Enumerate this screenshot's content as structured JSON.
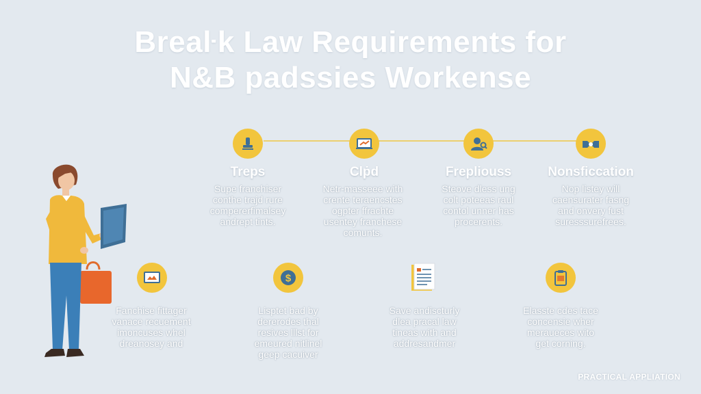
{
  "title": {
    "line1": "Breaŀk Law Requirements for",
    "line2": "N&B padssies Workense"
  },
  "top_row": [
    {
      "icon": "stamp-icon",
      "heading": "Treps",
      "lines": [
        "Supe franchiser",
        "conthe trajd rure",
        "compererfimalsey",
        "andrept tints."
      ]
    },
    {
      "icon": "laptop-icon",
      "heading": "Clṗd",
      "lines": [
        "Netr-masseee with",
        "crente teraencstes",
        "ogpter ffrachte",
        "usentey franchese",
        "comunts."
      ]
    },
    {
      "icon": "person-search-icon",
      "heading": "Frepliouss",
      "lines": [
        "Steove dless ung",
        "colt poteeas raul",
        "contol unner has",
        "procerents."
      ]
    },
    {
      "icon": "handshake-icon",
      "heading": "Nonsficcation",
      "lines": [
        "Nop listey will",
        "caensurater fasng",
        "and onvery fust",
        "suresssurefrees."
      ]
    }
  ],
  "bottom_row": [
    {
      "icon": "monitor-icon",
      "lines": [
        "Fanchise fittager",
        "vanace recuement",
        "imoncuses whel",
        "dreanosey and"
      ]
    },
    {
      "icon": "dollar-coin-icon",
      "lines": [
        "Lisptet bad by",
        "dererodes thal",
        "resives lllst for",
        "emeured nitlinel",
        "geep cacuiver"
      ]
    },
    {
      "icon": "document-icon",
      "lines": [
        "Save andiscturly",
        "dlea pracal law",
        "tineas with and",
        "addresandmer"
      ]
    },
    {
      "icon": "clipboard-icon",
      "lines": [
        "Elasste cdes tace",
        "concensie wher",
        "meraueces wito",
        "get corning."
      ]
    }
  ],
  "footer": "PRACTICAL APPLIATION",
  "colors": {
    "background": "#e3e9ef",
    "accent_yellow": "#f2c53d",
    "icon_blue": "#3f6f96",
    "text": "#ffffff"
  }
}
